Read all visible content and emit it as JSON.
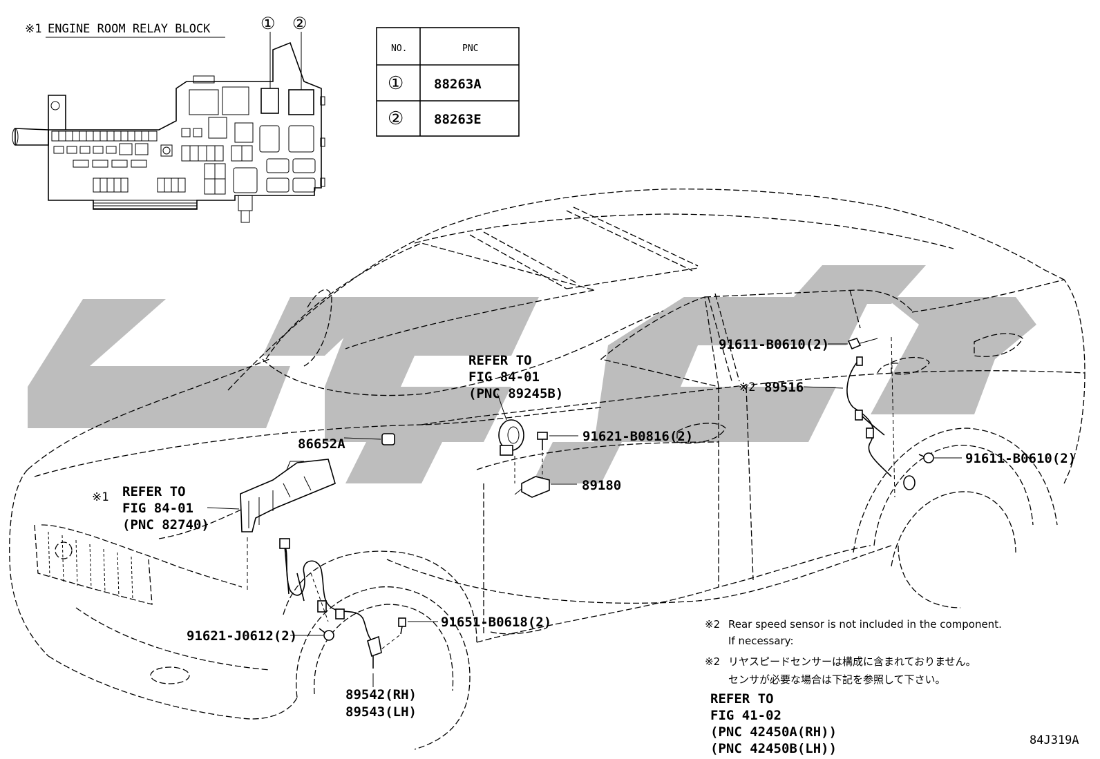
{
  "relay_block": {
    "mark": "※1",
    "title": "ENGINE ROOM RELAY BLOCK",
    "callouts": [
      "①",
      "②"
    ]
  },
  "pnc_table": {
    "headers": [
      "NO.",
      "PNC"
    ],
    "rows": [
      {
        "no": "①",
        "pnc": "88263A"
      },
      {
        "no": "②",
        "pnc": "88263E"
      }
    ]
  },
  "labels": {
    "ref_8401_top": [
      "REFER TO",
      "FIG 84-01",
      "(PNC 89245B)"
    ],
    "ref_8401_left_mark": "※1",
    "ref_8401_left": [
      "REFER TO",
      "FIG 84-01",
      "(PNC 82740)"
    ],
    "p86652A": "86652A",
    "p91621_B0816": "91621-B0816(2)",
    "p89180": "89180",
    "p91611_B0610_top": "91611-B0610(2)",
    "p89516_mark": "※2",
    "p89516": "89516",
    "p91611_B0610_right": "91611-B0610(2)",
    "p91621_J0612": "91621-J0612(2)",
    "p91651_B0618": "91651-B0618(2)",
    "p89542": "89542(RH)",
    "p89543": "89543(LH)"
  },
  "notes": {
    "en_mark": "※2",
    "en_line1": "Rear speed sensor is not included in the component.",
    "en_line2": "If necessary:",
    "jp_mark": "※2",
    "jp_line1": "リヤスピードセンサーは構成に含まれておりません。",
    "jp_line2": "センサが必要な場合は下記を参照して下さい。",
    "ref": [
      "REFER TO",
      "FIG 41-02",
      "(PNC 42450A(RH))",
      "(PNC 42450B(LH))"
    ]
  },
  "figure_id": "84J319A"
}
